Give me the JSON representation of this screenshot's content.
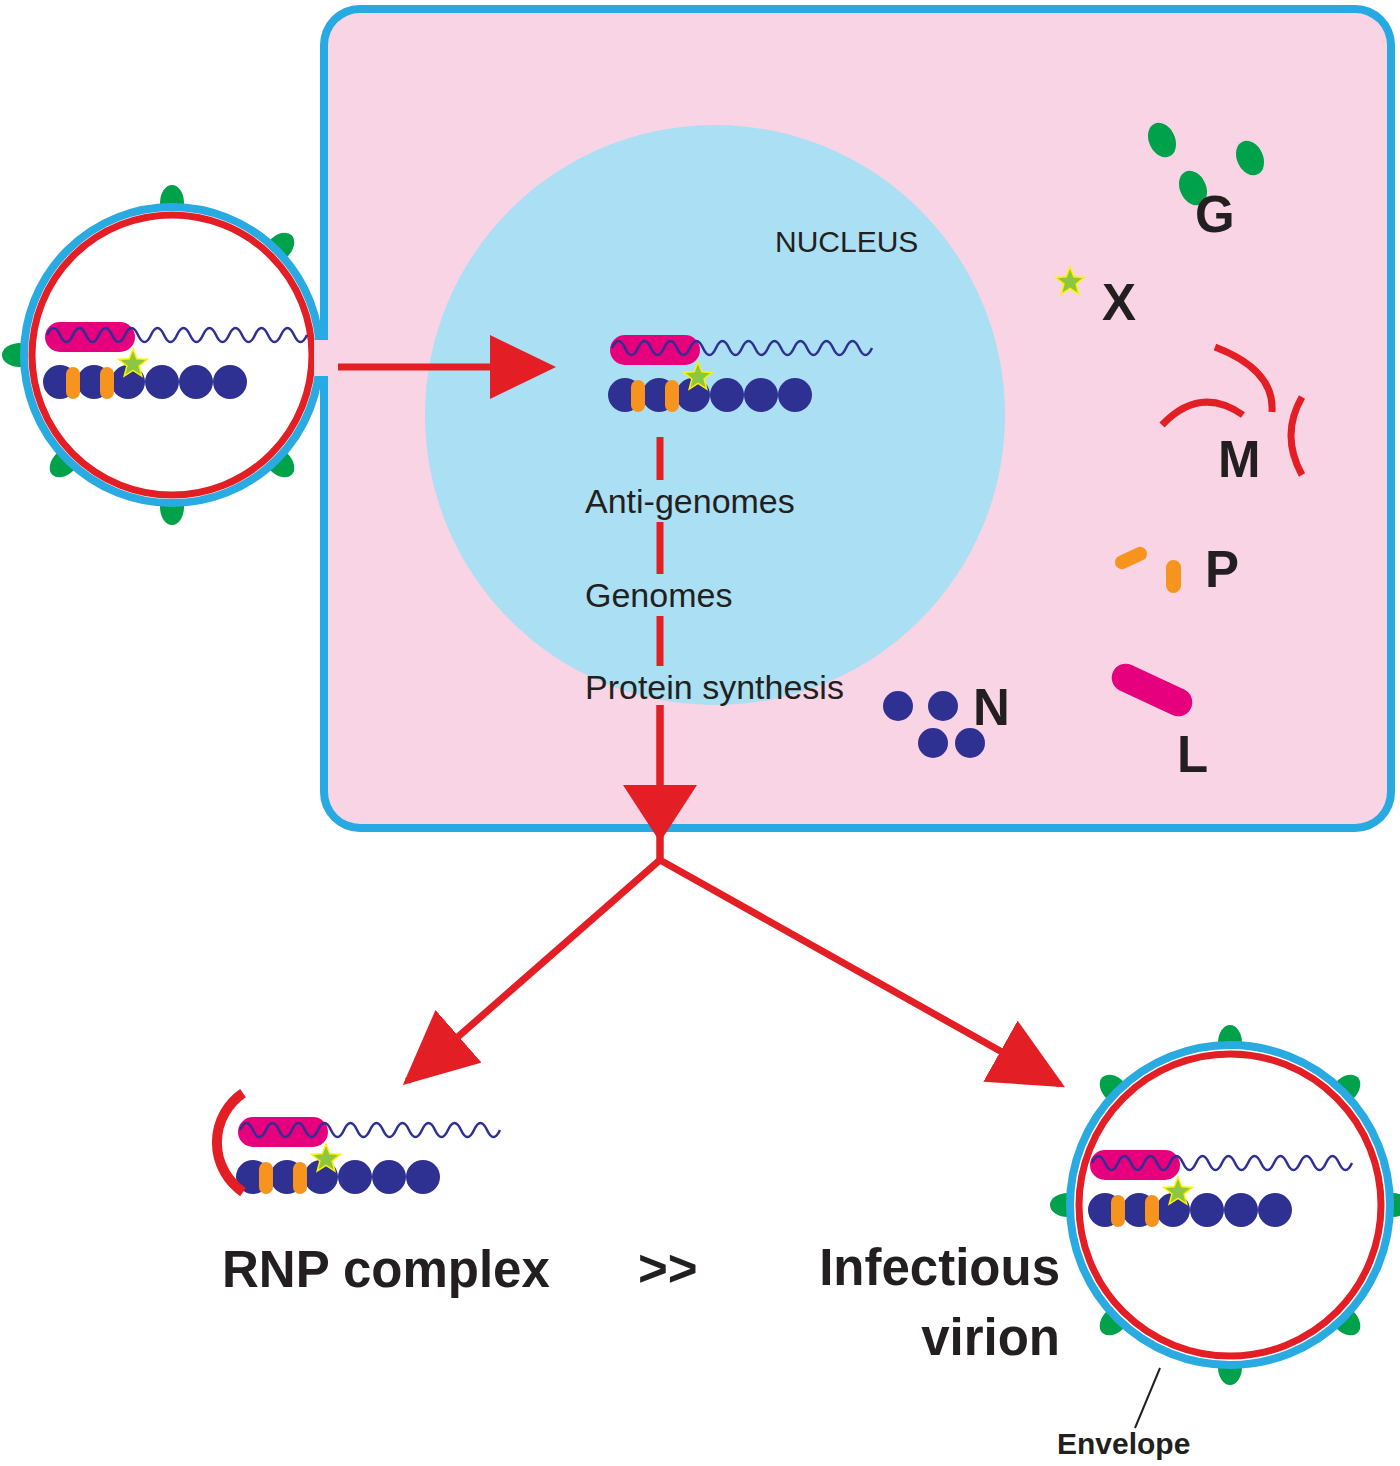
{
  "diagram": {
    "nodes": [
      {
        "text": [
          "Protein synthesis"
        ]
      },
      {
        "text": [
          "NUCLEUS",
          "Anti-genomes",
          "Genomes"
        ],
        "in": 0
      },
      {
        "text": [
          "RNP complex"
        ]
      },
      {
        "text": [
          "Infectious virion"
        ]
      }
    ],
    "edges": [
      {
        "from": 1,
        "to": 2,
        "arrow": "to"
      },
      {
        "from": 1,
        "to": 3,
        "arrow": "to"
      }
    ],
    "labels": [
      "G",
      "X",
      "M",
      "P",
      "L",
      "N",
      ">>",
      "Envelope"
    ]
  }
}
